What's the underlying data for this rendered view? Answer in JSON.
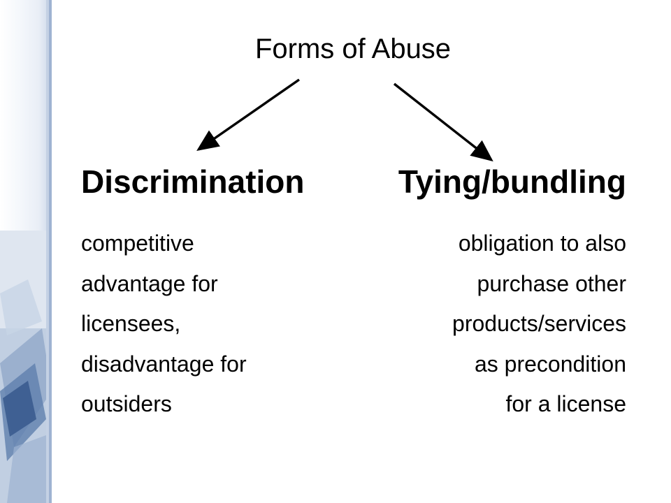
{
  "title": "Forms of Abuse",
  "branches": [
    {
      "heading": "Discrimination",
      "lines": [
        "competitive",
        "advantage for",
        "licensees,",
        "disadvantage for",
        "outsiders"
      ]
    },
    {
      "heading": "Tying/bundling",
      "lines": [
        "obligation to also",
        "purchase other",
        "products/services",
        "as precondition",
        "for a license"
      ]
    }
  ],
  "colors": {
    "text": "#000000",
    "background": "#ffffff",
    "band_accent": "#4a6fa5"
  }
}
